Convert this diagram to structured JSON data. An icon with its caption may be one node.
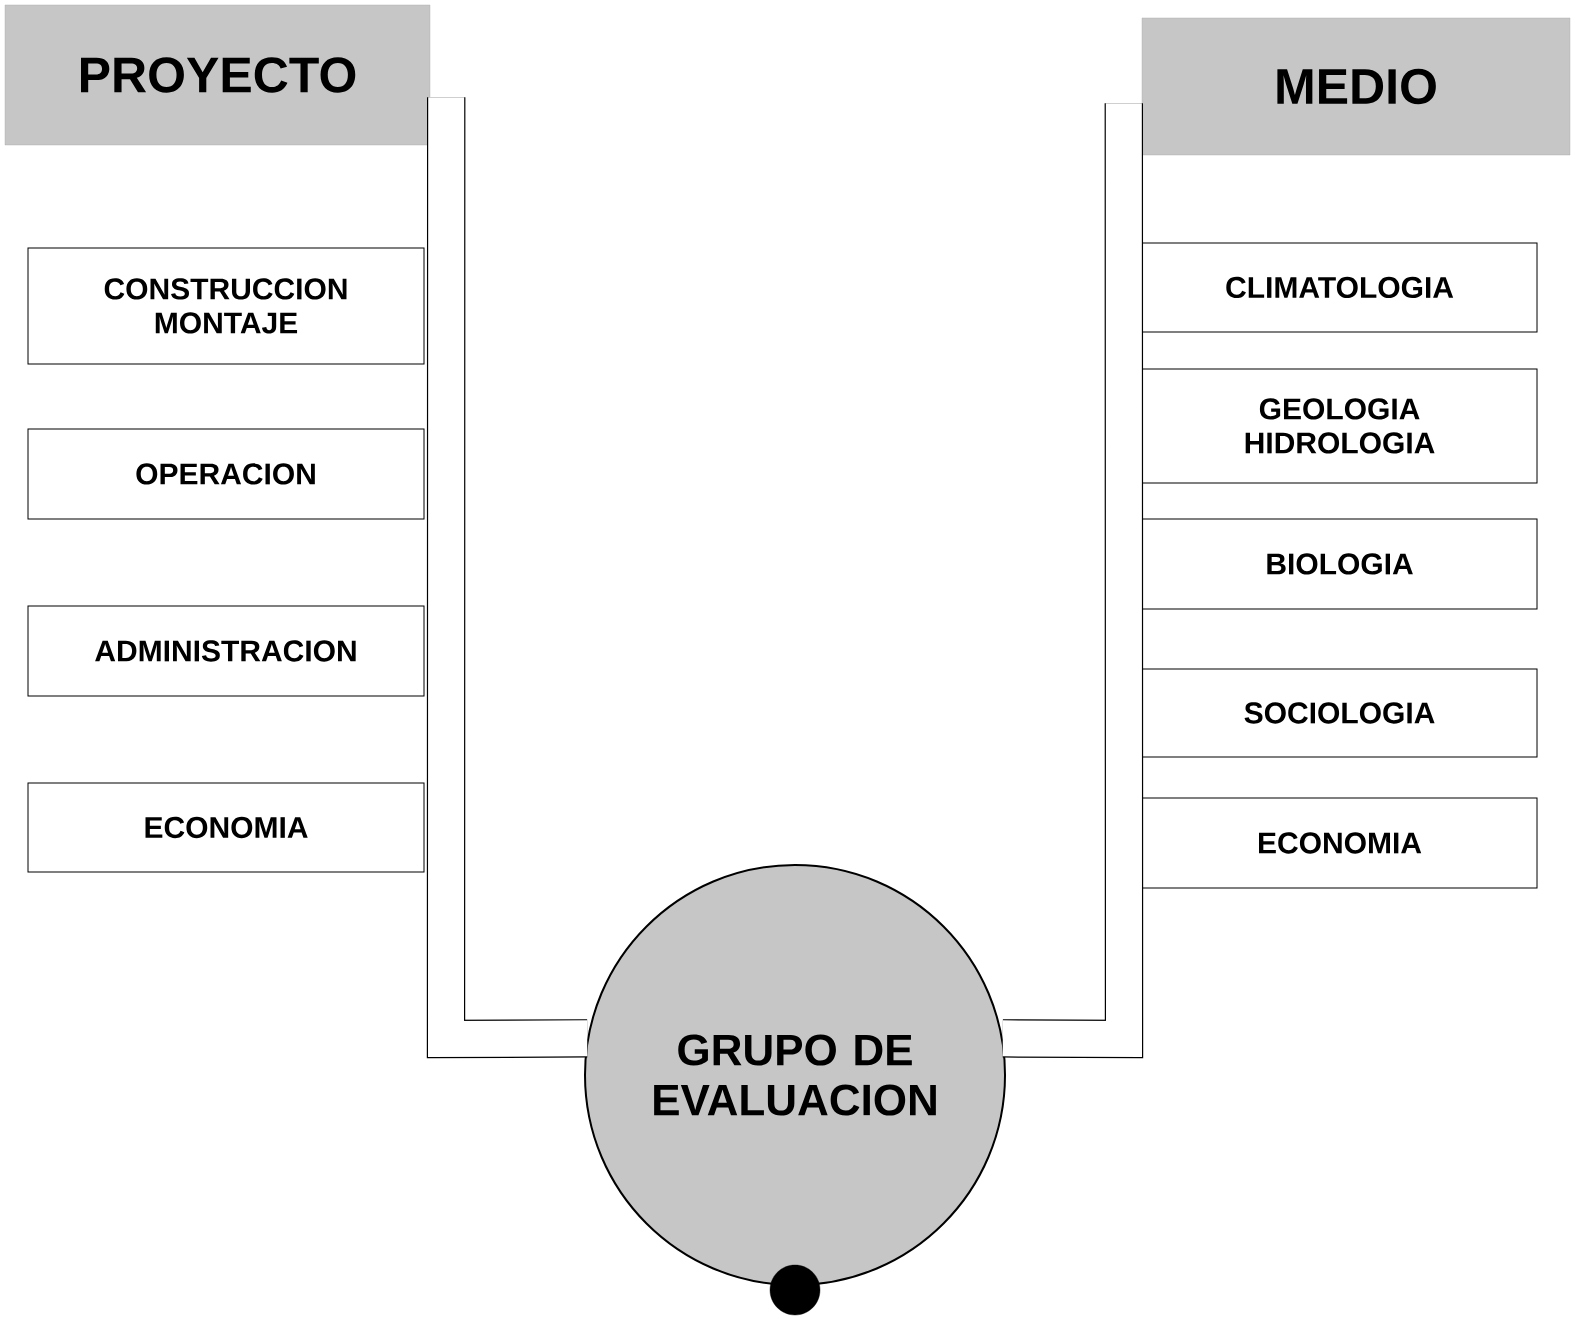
{
  "diagram": {
    "nodes": [
      {
        "text": [
          "PROYECTO"
        ]
      },
      {
        "text": [
          "CONSTRUCCION MONTAJE"
        ]
      },
      {
        "text": [
          "OPERACION"
        ]
      },
      {
        "text": [
          "ADMINISTRACION"
        ]
      },
      {
        "text": [
          "ECONOMIA"
        ]
      },
      {
        "text": [
          "MEDIO"
        ]
      },
      {
        "text": [
          "CLIMATOLOGIA"
        ]
      },
      {
        "text": [
          "GEOLOGIA HIDROLOGIA"
        ]
      },
      {
        "text": [
          "BIOLOGIA"
        ]
      },
      {
        "text": [
          "SOCIOLOGIA"
        ]
      },
      {
        "text": [
          "ECONOMIA"
        ]
      },
      {
        "text": [
          "GRUPO DE EVALUACION"
        ]
      },
      {
        "text": [],
        "shape": "circle"
      }
    ],
    "edges": [
      {
        "from": 0,
        "to": 11,
        "arrow": "none"
      },
      {
        "from": 5,
        "to": 11,
        "arrow": "none"
      }
    ]
  }
}
